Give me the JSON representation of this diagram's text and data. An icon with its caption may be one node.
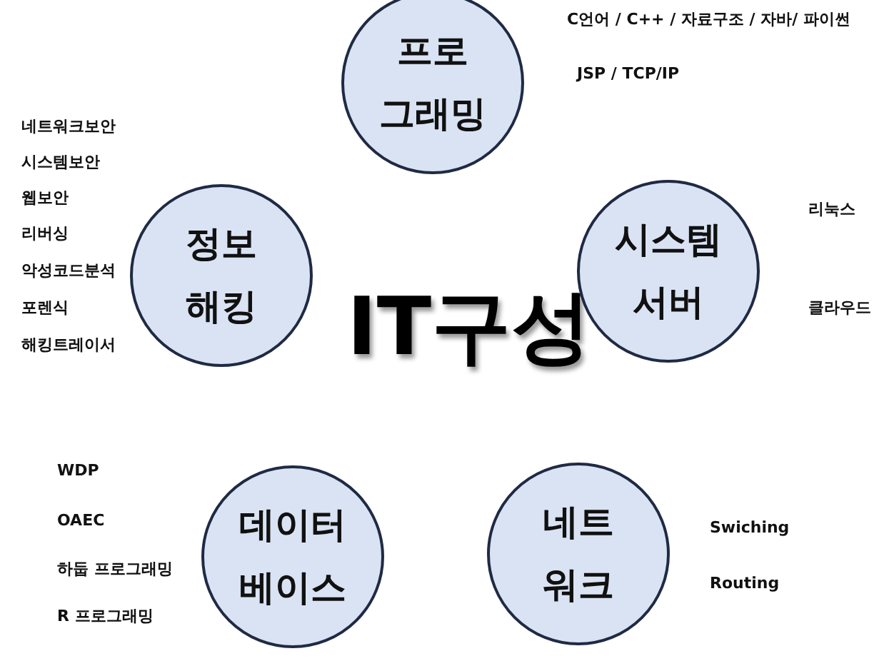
{
  "diagram": {
    "title": "IT구성",
    "nodes": [
      {
        "text": [
          "프로 그래밍"
        ],
        "beside": [
          "C언어 / C++ / 자료구조 / 자바/ 파이썬",
          "JSP / TCP/IP"
        ]
      },
      {
        "text": [
          "정보 해킹"
        ],
        "beside": [
          "네트워크보안",
          "시스템보안",
          "웹보안",
          "리버싱",
          "악성코드분석",
          "포렌식",
          "해킹트레이서"
        ]
      },
      {
        "text": [
          "시스템 서버"
        ],
        "beside": [
          "리눅스",
          "클라우드"
        ]
      },
      {
        "text": [
          "데이터 베이스"
        ],
        "beside": [
          "WDP",
          "OAEC",
          "하둡 프로그래밍",
          "R 프로그래밍"
        ]
      },
      {
        "text": [
          "네트 워크"
        ],
        "beside": [
          "Swiching",
          "Routing"
        ]
      }
    ],
    "edges": []
  }
}
